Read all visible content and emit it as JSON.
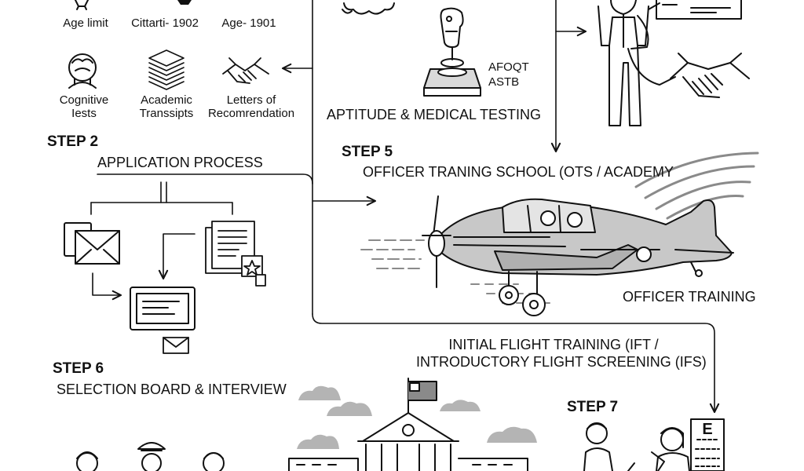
{
  "requirements": {
    "age_limit": "Age limit",
    "citizenship": "Cittarti- 1902",
    "age_year": "Age- 1901",
    "cognitive_line1": "Cognitive",
    "cognitive_line2": "Iests",
    "academic_line1": "Academic",
    "academic_line2": "Transsipts",
    "letters_line1": "Letters of",
    "letters_line2": "Recomrendation"
  },
  "step2": {
    "label": "STEP 2",
    "title": "APPLICATION PROCESS"
  },
  "testing": {
    "code1": "AFOQT",
    "code2": "ASTB",
    "title": "APTITUDE & MEDICAL TESTING"
  },
  "step5": {
    "label": "STEP 5",
    "title": "OFFICER TRANING SCHOOL (OTS / ACADEMY"
  },
  "officer_training": {
    "label": "OFFICER TRAINING"
  },
  "flight": {
    "line1": "INITIAL FLIGHT TRAINING (IFT /",
    "line2": "INTRODUCTORY FLIGHT SCREENING (IFS)"
  },
  "step6": {
    "label": "STEP 6",
    "title": "SELECTION BOARD & INTERVIEW"
  },
  "step7": {
    "label": "STEP 7"
  },
  "eye_chart": {
    "top_letter": "E"
  }
}
